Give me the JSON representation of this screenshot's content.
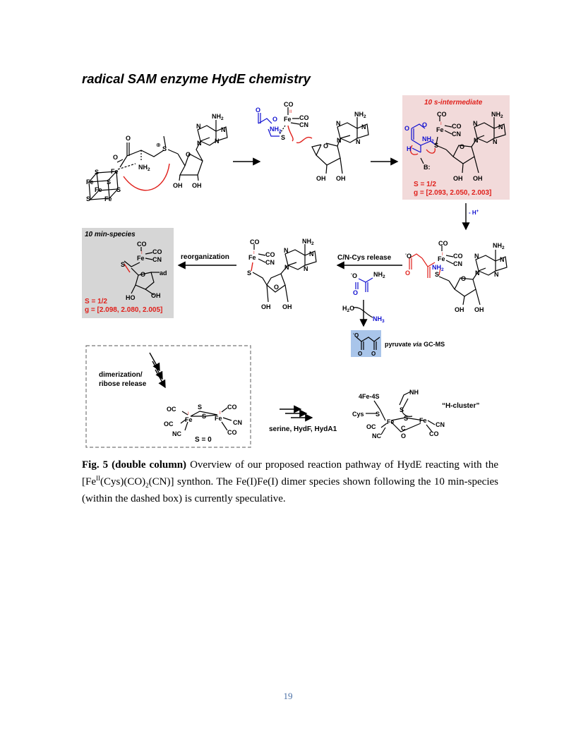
{
  "title": "radical SAM enzyme HydE chemistry",
  "atoms": {
    "nh2": "NH",
    "two": "2",
    "oh": "OH",
    "ho": "HO",
    "co": "CO",
    "oc": "OC",
    "cn": "CN",
    "nc": "NC",
    "fe": "Fe",
    "s": "S",
    "o": "O",
    "n": "N",
    "h": "H",
    "b": "B:",
    "ad": "ad",
    "nh": "NH",
    "nh3": "NH",
    "three": "3",
    "h2o": "H",
    "h2o_o": "O",
    "cys": "Cys",
    "c": "C",
    "fe4s": "4Fe-4S",
    "minus": "-",
    "plus": "⊕",
    "roman_one": "I",
    "roman_two": "II"
  },
  "labels": {
    "intermediate_title": "10 s-intermediate",
    "intermediate_spin": "S = 1/2",
    "intermediate_g": "g = [2.093, 2.050, 2.003]",
    "minus_h": "- H",
    "minus_h_sup": "+",
    "species_title": "10 min-species",
    "species_spin": "S = 1/2",
    "species_g": "g = [2.098, 2.080, 2.005]",
    "reorganization": "reorganization",
    "release": "C/N-Cys release",
    "pyruvate": "pyruvate",
    "pyruvate_via": "via",
    "pyruvate_method": "GC-MS",
    "dimerization_1": "dimerization/",
    "dimerization_2": "ribose release",
    "dimer_spin": "S = 0",
    "hcluster_reagents": "serine, HydF, HydA1",
    "hcluster": "“H-cluster”"
  },
  "caption": {
    "bold": "Fig. 5 (double column)",
    "part1": " Overview of our proposed reaction pathway of HydE reacting with the [Fe",
    "sup": "II",
    "part2": "(Cys)(CO)",
    "sub1": "2",
    "part3": "(CN)] synthon. The Fe(I)Fe(I) dimer species shown following the 10 min-species (within the dashed box) is currently speculative."
  },
  "page_number": "19",
  "colors": {
    "red": "#e0201b",
    "blue": "#1010d0",
    "pink_box": "#f2dada",
    "gray_box": "#d6d6d6",
    "blue_box": "#a9c5ea",
    "page_number": "#4a6fa5"
  }
}
